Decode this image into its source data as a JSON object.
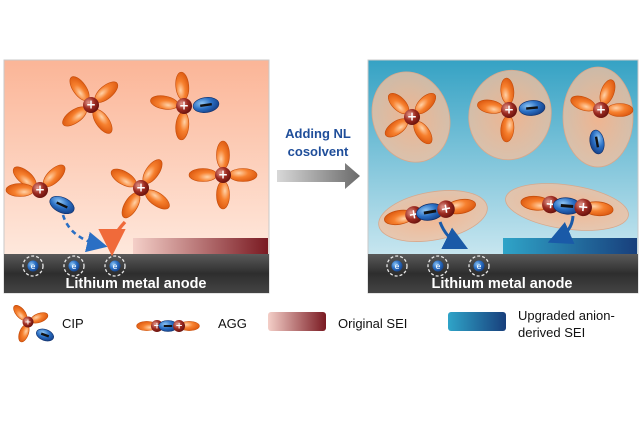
{
  "arrow_label_line1": "Adding NL",
  "arrow_label_line2": "cosolvent",
  "left_panel": {
    "anode_label": "Lithium metal anode"
  },
  "right_panel": {
    "anode_label": "Lithium metal anode"
  },
  "ion_symbols": {
    "cation": "+",
    "anion": "−",
    "electron": "e"
  },
  "legend": {
    "cip": "CIP",
    "agg": "AGG",
    "original_sei": "Original SEI",
    "upgraded_sei_line1": "Upgraded anion-",
    "upgraded_sei_line2": "derived SEI"
  },
  "colors": {
    "left_bg_top": "#fbb79a",
    "left_bg_bottom": "#fef0e6",
    "right_bg_top": "#3aa6c6",
    "right_bg_bottom": "#dff1f6",
    "anode": "#3d3d3d",
    "solvent_orange": "#f06a1c",
    "cation_red": "#7a1414",
    "anion_blue": "#1c5cb4",
    "original_sei": "#7e1e24",
    "upgraded_sei": "#1d4f8d",
    "arrow_text": "#1f4e9a"
  }
}
